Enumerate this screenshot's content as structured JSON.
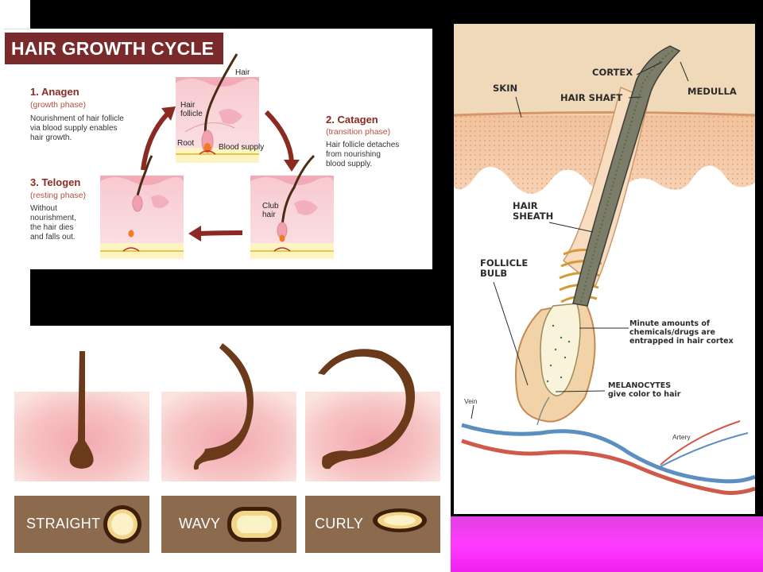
{
  "cycle": {
    "title": "HAIR GROWTH CYCLE",
    "anagen": {
      "title": "1. Anagen",
      "subtitle": "(growth phase)",
      "desc": [
        "Nourishment of hair follicle",
        "via blood supply enables",
        "hair growth."
      ]
    },
    "catagen": {
      "title": "2. Catagen",
      "subtitle": "(transition phase)",
      "desc": [
        "Hair follicle detaches",
        "from nourishing",
        "blood supply."
      ]
    },
    "telogen": {
      "title": "3. Telogen",
      "subtitle": "(resting phase)",
      "desc": [
        "Without",
        "nourishment,",
        "the hair dies",
        "and falls out."
      ]
    },
    "labels": {
      "hair": "Hair",
      "hair_follicle": [
        "Hair",
        "follicle"
      ],
      "root": "Root",
      "blood_supply": "Blood supply",
      "club_hair": [
        "Club",
        "hair"
      ]
    }
  },
  "anatomy": {
    "cortex": "CORTEX",
    "medulla": "MEDULLA",
    "skin": "SKIN",
    "hair_shaft": "HAIR SHAFT",
    "hair_sheath": [
      "HAIR",
      "SHEATH"
    ],
    "follicle_bulb": [
      "FOLLICLE",
      "BULB"
    ],
    "chemicals": [
      "Minute amounts of",
      "chemicals/drugs are",
      "entrapped in hair cortex"
    ],
    "melanocytes": [
      "MELANOCYTES",
      "give color to hair"
    ],
    "vein": "Vein",
    "artery": "Artery"
  },
  "hair_types": {
    "straight": "STRAIGHT",
    "wavy": "WAVY",
    "curly": "CURLY"
  },
  "colors": {
    "title_bg": "#7a2a2a",
    "arrow": "#8b2a22",
    "magenta": "#ff3cff",
    "hair_brown": "#6b3a1a",
    "type_bg": "#8b6a4e"
  }
}
